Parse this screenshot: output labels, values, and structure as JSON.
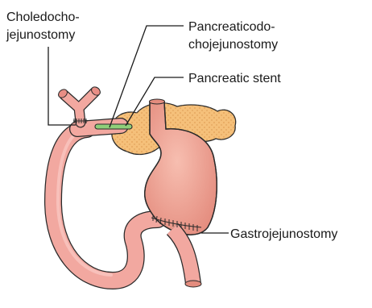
{
  "labels": {
    "choledocho_line1": "Choledocho-",
    "choledocho_line2": "jejunostomy",
    "pancreatico_line1": "Pancreaticodo-",
    "pancreatico_line2": "chojejunostomy",
    "stent": "Pancreatic stent",
    "gastro": "Gastrojejunostomy"
  },
  "colors": {
    "intestine": "#f2a8a0",
    "stomach": "#f1a596",
    "pancreas": "#f5c07a",
    "stent": "#8fcf7a",
    "outline": "#2a2a2a"
  }
}
